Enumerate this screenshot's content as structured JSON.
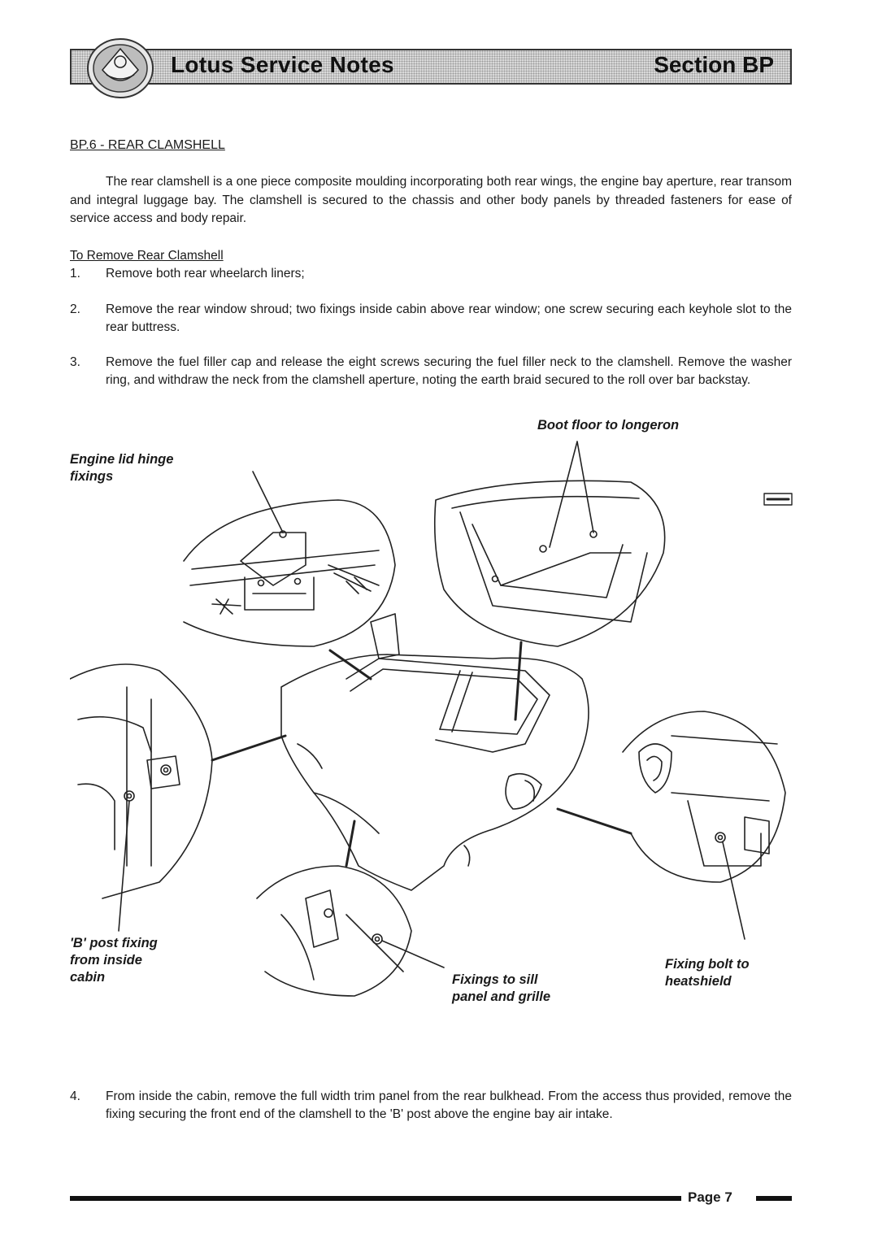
{
  "header": {
    "title": "Lotus Service Notes",
    "section": "Section BP"
  },
  "section_heading": "BP.6 - REAR CLAMSHELL",
  "intro": "The rear clamshell is a one piece composite moulding incorporating both rear wings, the engine bay aperture, rear transom and integral luggage bay. The clamshell is secured to the chassis and other body panels by threaded fasteners for ease of service access and body repair.",
  "procedure": {
    "title": "To Remove Rear Clamshell",
    "steps": [
      {
        "num": "1.",
        "text": "Remove both rear wheelarch liners;"
      },
      {
        "num": "2.",
        "text": "Remove the rear window shroud; two fixings inside cabin above rear window; one screw securing each keyhole slot to the rear buttress."
      },
      {
        "num": "3.",
        "text": "Remove the fuel filler cap and release the eight screws securing the fuel filler neck to the clamshell. Remove the washer ring, and withdraw the neck from the clamshell aperture, noting the earth braid secured to the roll over bar backstay."
      },
      {
        "num": "4.",
        "text": "From inside the cabin, remove the full width trim panel from the rear bulkhead. From the access thus provided, remove the fixing securing the front end of the clamshell to the 'B' post above the engine bay air intake."
      }
    ]
  },
  "diagram": {
    "callouts": {
      "boot_floor": "Boot floor to longeron",
      "engine_lid_1": "Engine lid hinge",
      "engine_lid_2": "fixings",
      "b_post_1": "'B' post fixing",
      "b_post_2": "from inside",
      "b_post_3": "cabin",
      "sill_1": "Fixings to sill",
      "sill_2": "panel and grille",
      "heatshield_1": "Fixing bolt to",
      "heatshield_2": "heatshield"
    }
  },
  "footer": {
    "page": "Page 7"
  }
}
